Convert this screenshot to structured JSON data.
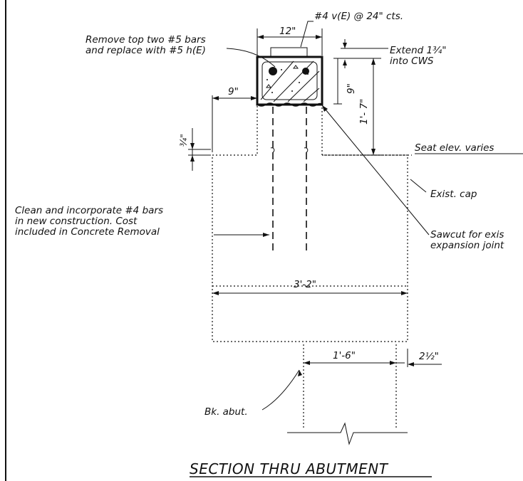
{
  "drawing": {
    "title": "SECTION THRU ABUTMENT",
    "notes": {
      "bar_spacing": "#4 v(E) @ 24\" cts.",
      "remove_bars_line1": "Remove top two #5 bars",
      "remove_bars_line2": "and replace with #5 h(E)",
      "extend_line1": "Extend 1¾\"",
      "extend_line2": "into CWS",
      "seat_elev": "Seat elev. varies",
      "exist_cap": "Exist. cap",
      "clean_line1": "Clean and incorporate #4 bars",
      "clean_line2": "in new construction. Cost",
      "clean_line3": "included in Concrete Removal",
      "sawcut_line1": "Sawcut for exis",
      "sawcut_line2": "expansion joint",
      "bk_abut": "Bk. abut."
    },
    "dimensions": {
      "top_width": "12\"",
      "left_offset": "9\"",
      "block_height": "9\"",
      "total_height": "1'- 7\"",
      "step_height": "¾\"",
      "cap_width": "3'-2\"",
      "abut_width": "1'-6\"",
      "abut_offset": "2½\""
    }
  }
}
